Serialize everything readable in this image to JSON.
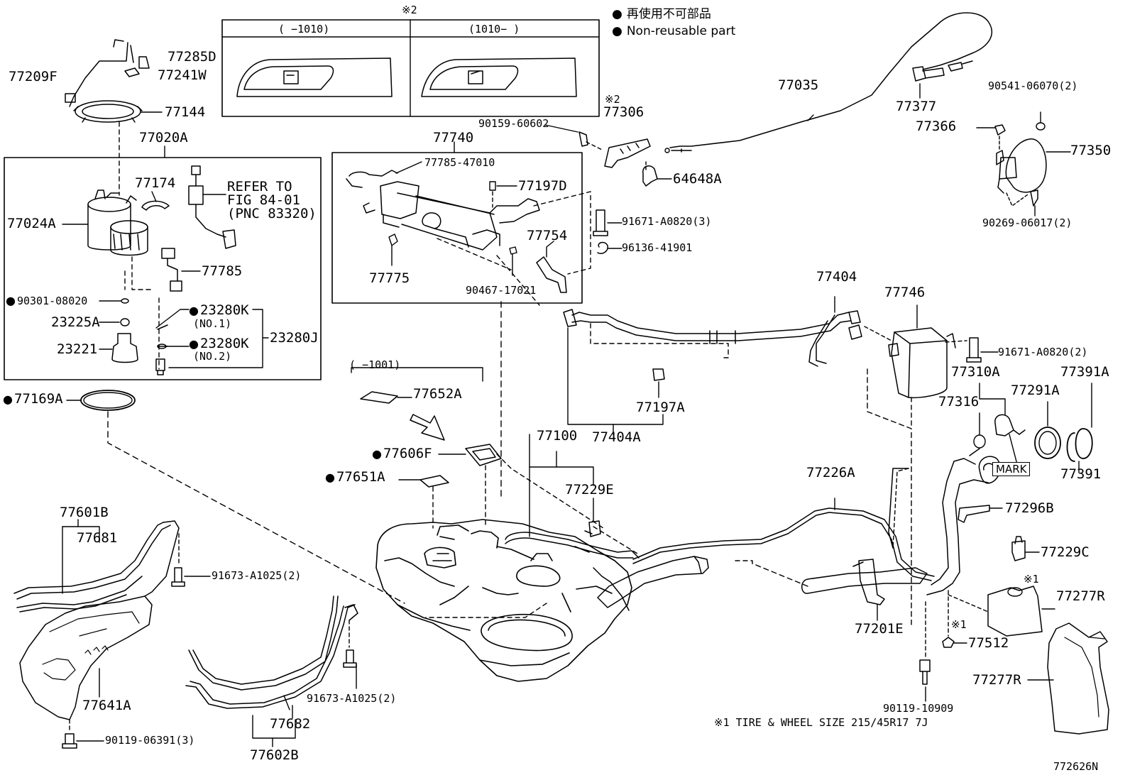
{
  "legend": {
    "jp": "再使用不可部品",
    "en": "Non-reusable part"
  },
  "notes": {
    "inset_top": "※2",
    "inset_left_range": "(    −1010)",
    "inset_right_range": "(1010−     )",
    "range_1001": "(     −1001)",
    "footnote": "※1 TIRE & WHEEL SIZE 215/45R17 7J",
    "fig_code": "772626N",
    "refer": [
      "REFER TO",
      "FIG 84-01",
      "(PNC 83320)"
    ],
    "star1_a": "※1",
    "star1_b": "※1",
    "star2": "※2",
    "mark": "MARK"
  },
  "parts": {
    "p77285D": "77285D",
    "p77209F": "77209F",
    "p77241W": "77241W",
    "p77144": "77144",
    "p77020A": "77020A",
    "p77174": "77174",
    "p77024A": "77024A",
    "p77785": "77785",
    "p90301": "90301-08020",
    "p23225A": "23225A",
    "p23221": "23221",
    "p23280K1": "23280K",
    "p23280K1n": "(NO.1)",
    "p23280K2": "23280K",
    "p23280K2n": "(NO.2)",
    "p23280J": "23280J",
    "p77169A": "77169A",
    "p77740": "77740",
    "p77785_47010": "77785-47010",
    "p77197D": "77197D",
    "p77754": "77754",
    "p77775": "77775",
    "p90467": "90467-17021",
    "p90159": "90159-60602",
    "p77306": "77306",
    "p64648A": "64648A",
    "p91671_3": "91671-A0820(3)",
    "p96136": "96136-41901",
    "p77035": "77035",
    "p77377": "77377",
    "p90541": "90541-06070(2)",
    "p77366": "77366",
    "p77350": "77350",
    "p90269": "90269-06017(2)",
    "p77404": "77404",
    "p77746": "77746",
    "p91671_2": "91671-A0820(2)",
    "p77197A": "77197A",
    "p77404A": "77404A",
    "p77310A": "77310A",
    "p77316": "77316",
    "p77291A": "77291A",
    "p77391A": "77391A",
    "p77391": "77391",
    "p77652A": "77652A",
    "p77606F": "77606F",
    "p77651A": "77651A",
    "p77100": "77100",
    "p77229E": "77229E",
    "p77226A": "77226A",
    "p77296B": "77296B",
    "p77229C": "77229C",
    "p77277R_a": "77277R",
    "p77277R_b": "77277R",
    "p77201E": "77201E",
    "p77512": "77512",
    "p90119_10909": "90119-10909",
    "p77601B": "77601B",
    "p77681": "77681",
    "p91673_a": "91673-A1025(2)",
    "p77641A": "77641A",
    "p90119_06391": "90119-06391(3)",
    "p77682": "77682",
    "p77602B": "77602B",
    "p91673_b": "91673-A1025(2)"
  }
}
